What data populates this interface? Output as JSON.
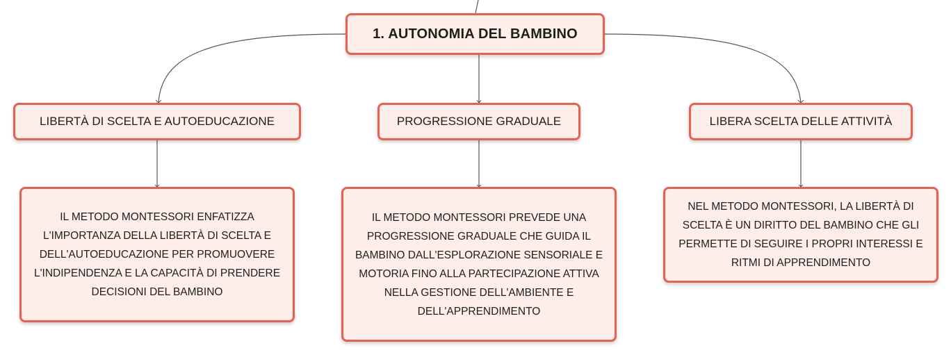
{
  "root": {
    "label": "1. AUTONOMIA DEL BAMBINO"
  },
  "topics": [
    {
      "label": "LIBERTÀ DI SCELTA E AUTOEDUCAZIONE",
      "detail": "IL METODO MONTESSORI ENFATIZZA L'IMPORTANZA DELLA LIBERTÀ DI SCELTA E DELL'AUTOEDUCAZIONE PER PROMUOVERE L'INDIPENDENZA E LA CAPACITÀ DI PRENDERE DECISIONI DEL BAMBINO"
    },
    {
      "label": "PROGRESSIONE GRADUALE",
      "detail": "IL METODO MONTESSORI PREVEDE UNA PROGRESSIONE GRADUALE CHE GUIDA IL BAMBINO DALL'ESPLORAZIONE SENSORIALE E MOTORIA FINO ALLA PARTECIPAZIONE ATTIVA NELLA GESTIONE DELL'AMBIENTE E DELL'APPRENDIMENTO"
    },
    {
      "label": "LIBERA SCELTA DELLE ATTIVITÀ",
      "detail": "NEL METODO MONTESSORI, LA LIBERTÀ DI SCELTA È UN DIRITTO DEL BAMBINO CHE GLI PERMETTE DI SEGUIRE I PROPRI INTERESSI E RITMI DI APPRENDIMENTO"
    }
  ],
  "colors": {
    "node_border": "#e8604f",
    "node_fill": "#fdeeea",
    "connector": "#555555",
    "text": "#1e1e1e"
  }
}
